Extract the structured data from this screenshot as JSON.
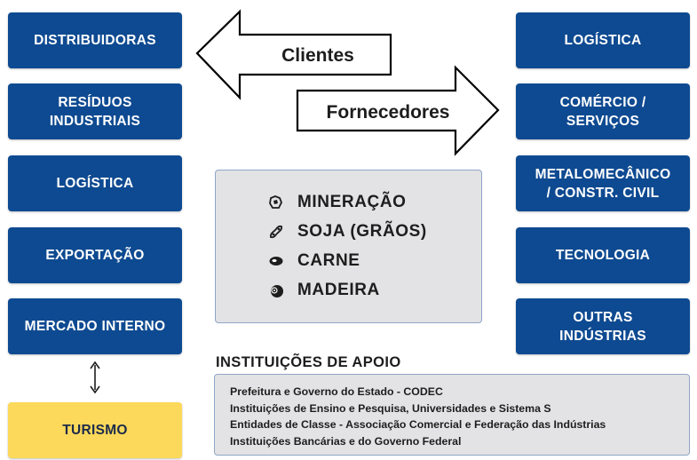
{
  "left_boxes": [
    {
      "label": "DISTRIBUIDORAS"
    },
    {
      "label": "RESÍDUOS\nINDUSTRIAIS"
    },
    {
      "label": "LOGÍSTICA"
    },
    {
      "label": "EXPORTAÇÃO"
    },
    {
      "label": "MERCADO INTERNO"
    }
  ],
  "tourism_box": {
    "label": "TURISMO",
    "color": "#fcd95a"
  },
  "right_boxes": [
    {
      "label": "LOGÍSTICA"
    },
    {
      "label": "COMÉRCIO /\nSERVIÇOS"
    },
    {
      "label": "METALOMECÂNICO\n/ CONSTR. CIVIL"
    },
    {
      "label": "TECNOLOGIA"
    },
    {
      "label": "OUTRAS\nINDÚSTRIAS"
    }
  ],
  "arrows": {
    "clients_label": "Clientes",
    "suppliers_label": "Fornecedores"
  },
  "products": [
    {
      "icon": "mining-icon",
      "label": "MINERAÇÃO"
    },
    {
      "icon": "soybean-icon",
      "label": "SOJA (GRÃOS)"
    },
    {
      "icon": "meat-icon",
      "label": "CARNE"
    },
    {
      "icon": "wood-icon",
      "label": "MADEIRA"
    }
  ],
  "support": {
    "title": "INSTITUIÇÕES DE APOIO",
    "lines": [
      "Prefeitura e Governo do Estado - CODEC",
      "Instituições de Ensino e Pesquisa, Universidades e Sistema S",
      "Entidades de Classe - Associação Comercial e Federação das Indústrias",
      "Instituições Bancárias e do Governo Federal"
    ]
  },
  "colors": {
    "box_blue": "#0e4a91",
    "panel_gray": "#e3e3e5",
    "tourism_yellow": "#fcd95a"
  }
}
